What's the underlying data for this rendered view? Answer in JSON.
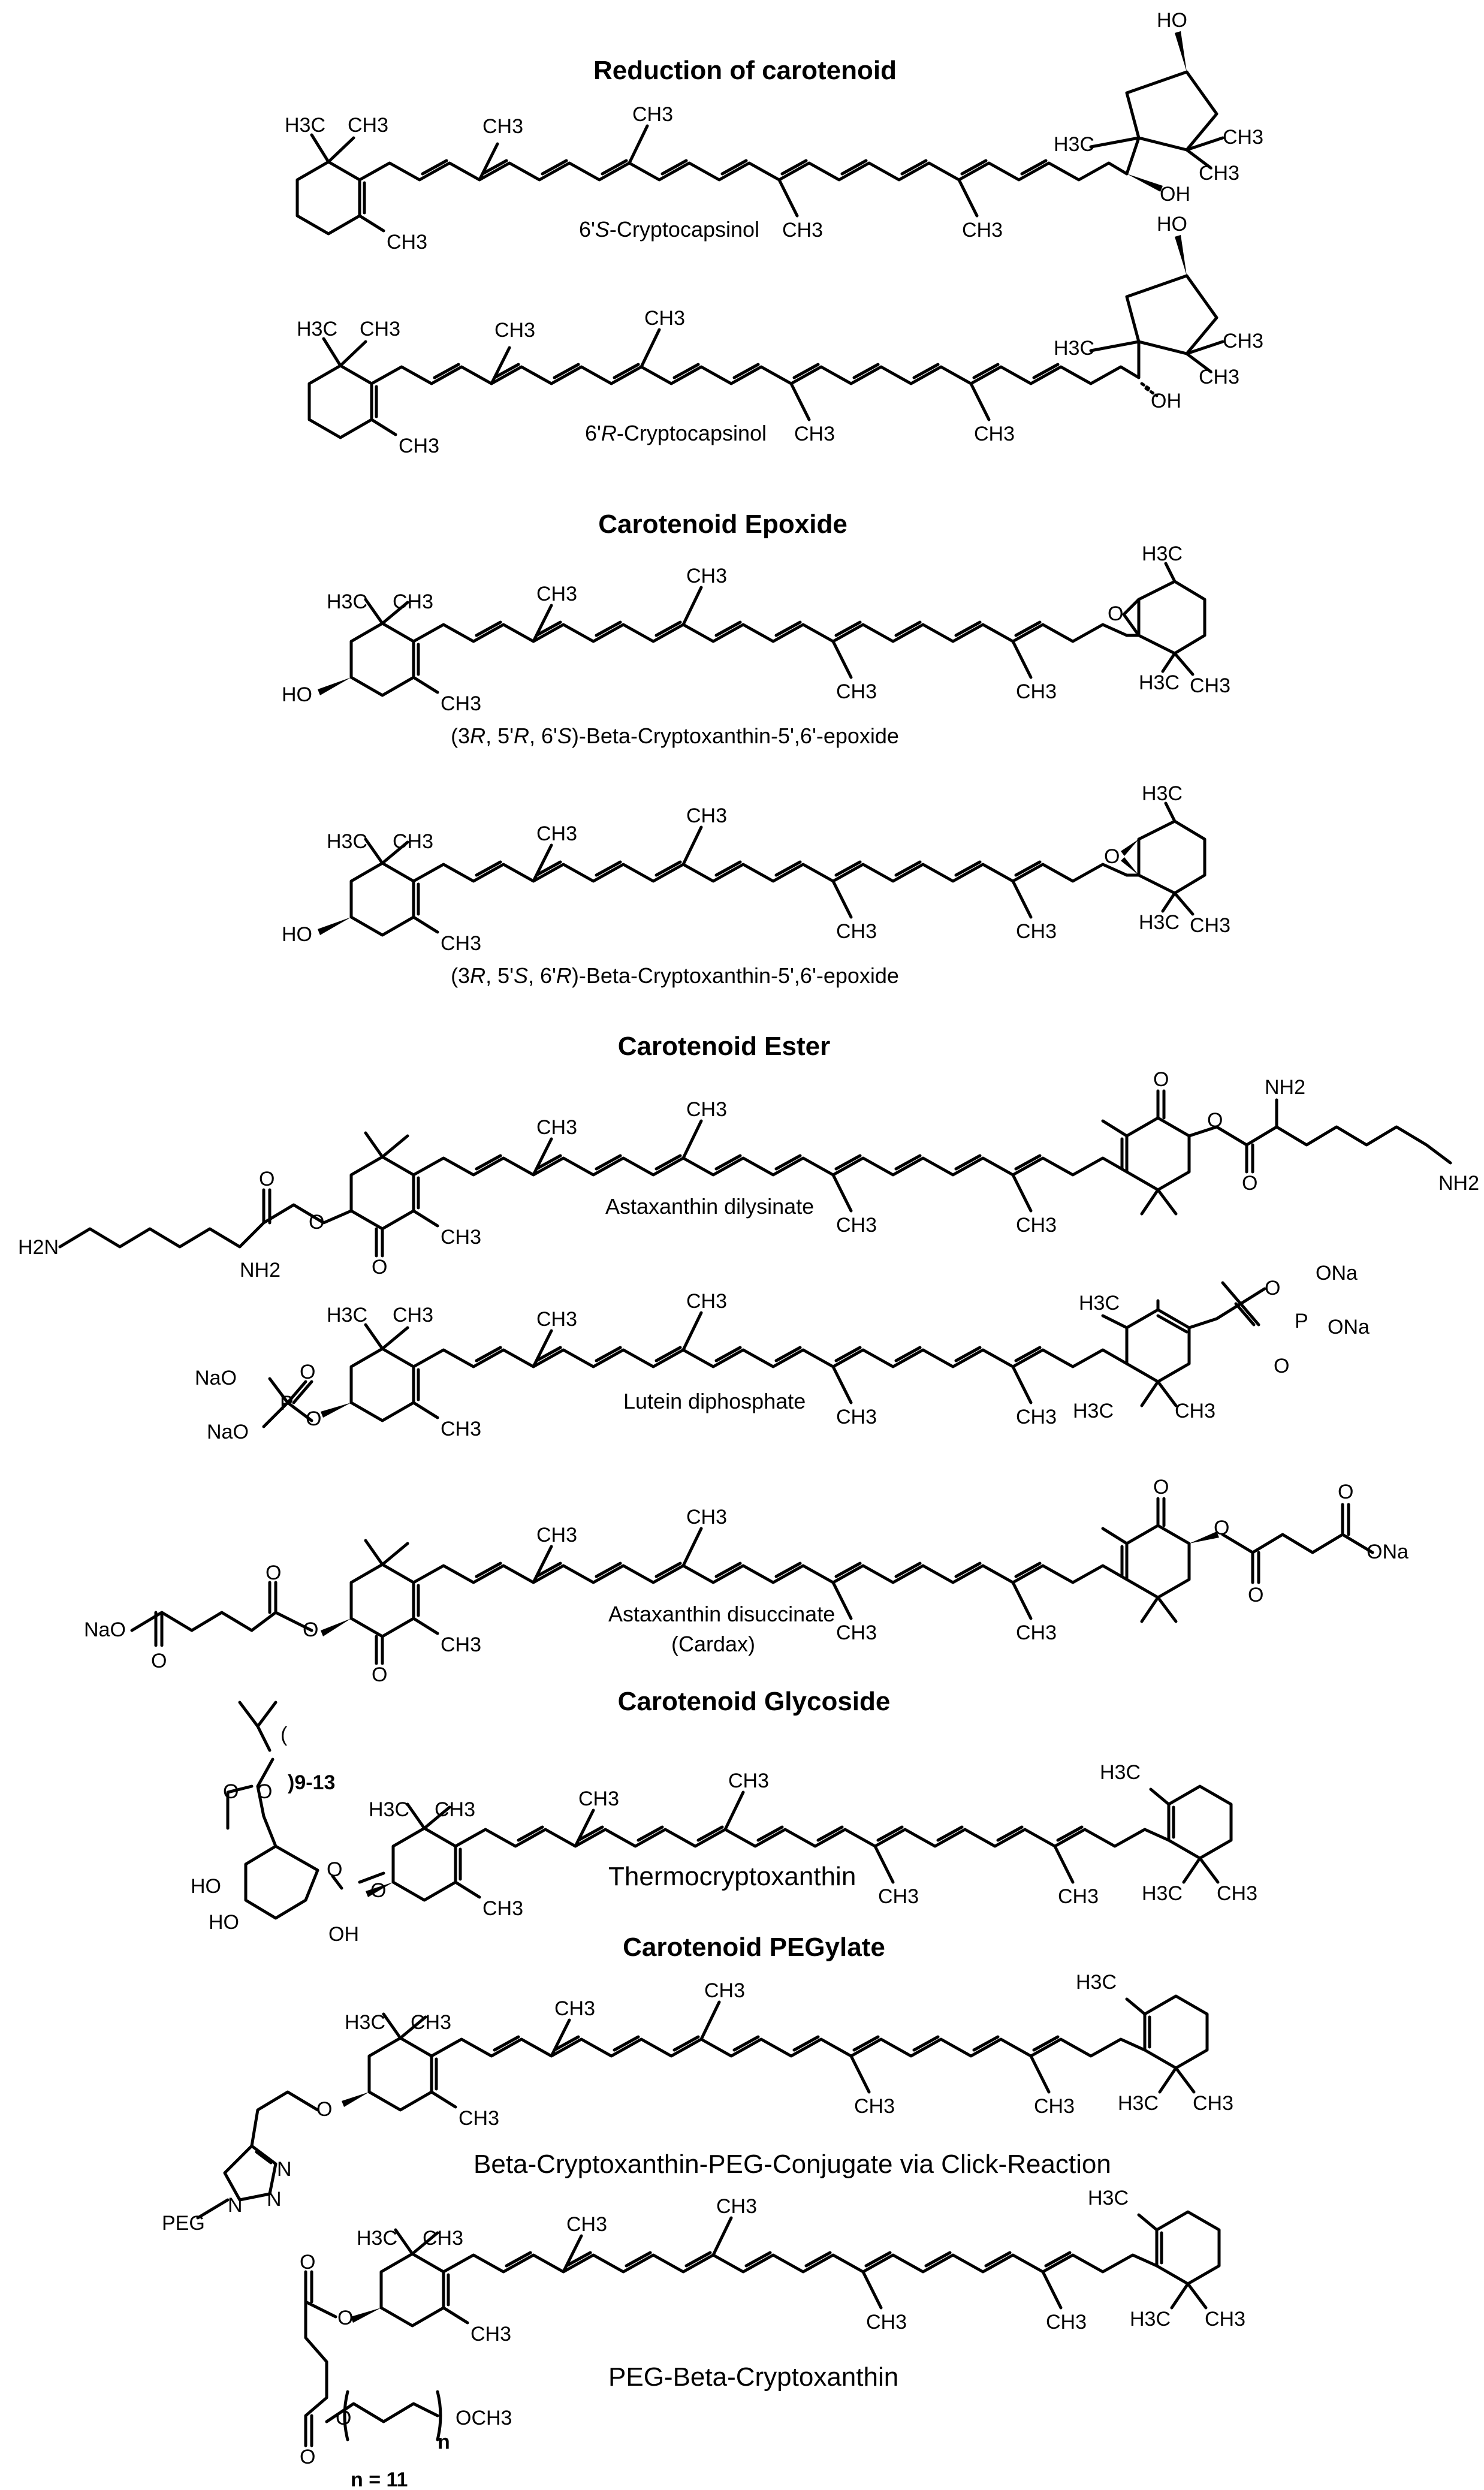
{
  "sections": {
    "reduction": {
      "title": "Reduction of carotenoid"
    },
    "epoxide": {
      "title": "Carotenoid Epoxide"
    },
    "ester": {
      "title": "Carotenoid Ester"
    },
    "glycoside": {
      "title": "Carotenoid Glycoside"
    },
    "pegylate": {
      "title": "Carotenoid PEGylate"
    }
  },
  "compounds": {
    "s_cryptocapsinol": {
      "prefix": "6'",
      "stereo": "S",
      "name": "-Cryptocapsinol"
    },
    "r_cryptocapsinol": {
      "prefix": "6'",
      "stereo": "R",
      "name": "-Cryptocapsinol"
    },
    "epoxide_1": {
      "open": "(3",
      "r1": "R",
      "mid1": ", 5'",
      "r2": "R",
      "mid2": ", 6'",
      "r3": "S",
      "name": ")-Beta-Cryptoxanthin-5',6'-epoxide"
    },
    "epoxide_2": {
      "open": "(3",
      "r1": "R",
      "mid1": ", 5'",
      "r2": "S",
      "mid2": ", 6'",
      "r3": "R",
      "name": ")-Beta-Cryptoxanthin-5',6'-epoxide"
    },
    "astaxanthin_dilysinate": {
      "name": "Astaxanthin dilysinate"
    },
    "lutein_diphosphate": {
      "name": "Lutein diphosphate"
    },
    "astaxanthin_disuccinate": {
      "name": "Astaxanthin disuccinate",
      "alias": "(Cardax)"
    },
    "thermocryptoxanthin": {
      "name": "Thermocryptoxanthin",
      "repeat": ")9-13",
      "open_paren": "("
    },
    "bcx_peg_click": {
      "name": "Beta-Cryptoxanthin-PEG-Conjugate via Click-Reaction",
      "peg": "PEG",
      "n1": "N",
      "n2": "N",
      "n3": "N"
    },
    "peg_bcx": {
      "name": "PEG-Beta-Cryptoxanthin",
      "n_label": "n",
      "ome": "OCH3",
      "n_value": "n = 11"
    }
  },
  "atoms": {
    "ch3": "CH3",
    "h3c": "H3C",
    "oh": "OH",
    "ho": "HO",
    "o": "O",
    "p": "P",
    "ona": "ONa",
    "nao": "NaO",
    "nh2": "NH2",
    "h2n": "H2N"
  }
}
